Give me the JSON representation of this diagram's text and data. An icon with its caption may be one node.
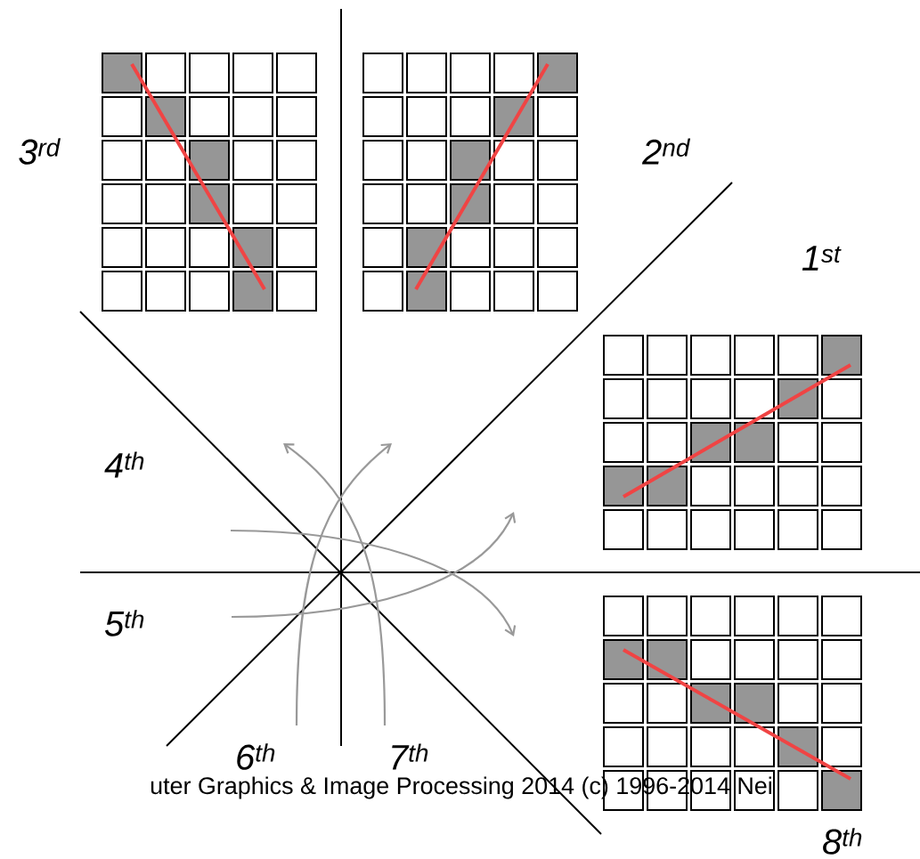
{
  "diagram": {
    "labels": [
      "3$^{rd}$",
      "2$^{nd}$",
      "1$^{st}$",
      "4$^{th}$",
      "5$^{th}$",
      "6$^{th}$",
      "7$^{th}$",
      "uter Graphics & Image Processing 2014 (c) 1996-2014 Nei",
      "8$^{th}$"
    ]
  }
}
